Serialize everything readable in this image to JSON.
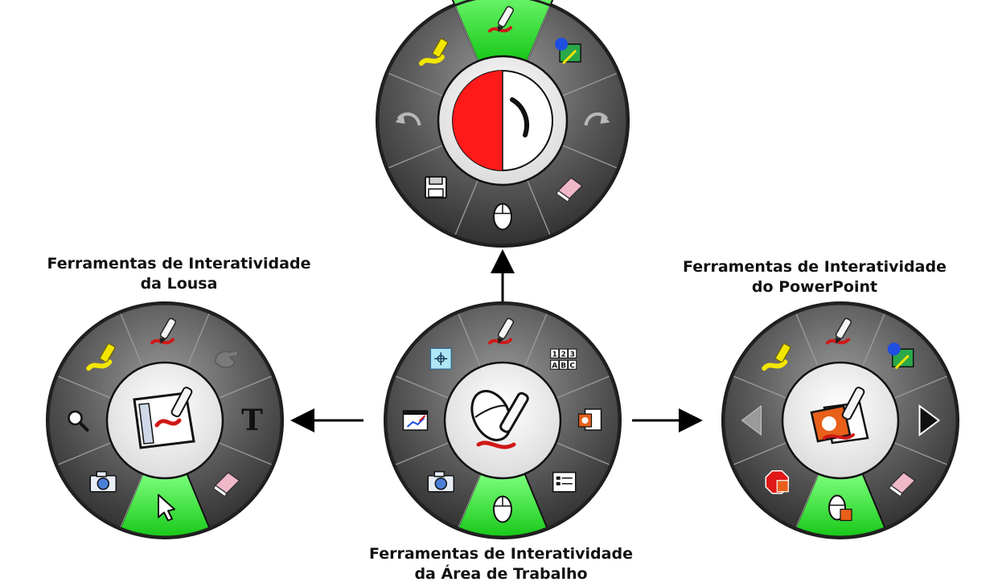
{
  "captions": {
    "left": {
      "line1": "Ferramentas de Interatividade",
      "line2": "da Lousa"
    },
    "right": {
      "line1": "Ferramentas de Interatividade",
      "line2": "do PowerPoint"
    },
    "bottom": {
      "line1": "Ferramentas de Interatividade",
      "line2": "da Área de Trabalho"
    }
  },
  "wheels": {
    "top": {
      "segments": [
        "pen-icon",
        "screen-capture-icon",
        "redo-icon",
        "eraser-icon",
        "mouse-icon",
        "save-icon",
        "undo-icon",
        "highlighter-icon"
      ],
      "active": "pen-icon",
      "center": "color-width-picker",
      "picker_color": "#ff1a1a"
    },
    "left": {
      "segments": [
        "pen-icon",
        "hand-icon",
        "text-icon",
        "eraser-icon",
        "pointer-icon",
        "camera-icon",
        "magnifier-icon",
        "highlighter-icon"
      ],
      "active": "pointer-icon",
      "center": "whiteboard-pen-icon"
    },
    "bottom": {
      "segments": [
        "pen-icon",
        "number-letter-icon",
        "powerpoint-icon",
        "list-icon",
        "mouse-icon",
        "camera-icon",
        "chart-window-icon",
        "target-icon"
      ],
      "active": "mouse-icon",
      "center": "mouse-pen-icon"
    },
    "right": {
      "segments": [
        "pen-icon",
        "screen-capture-icon",
        "next-arrow-icon",
        "eraser-icon",
        "mouse-powerpoint-icon",
        "stop-powerpoint-icon",
        "prev-arrow-icon",
        "highlighter-icon"
      ],
      "active": "mouse-powerpoint-icon",
      "center": "powerpoint-pen-icon"
    }
  },
  "colors": {
    "active_segment": "#2ee02e",
    "ring_dark": "#3a3a3a",
    "ring_light": "#8a8a8a",
    "pen_red": "#d01818",
    "highlighter_yellow": "#f2e600",
    "powerpoint_orange": "#e8601a"
  }
}
